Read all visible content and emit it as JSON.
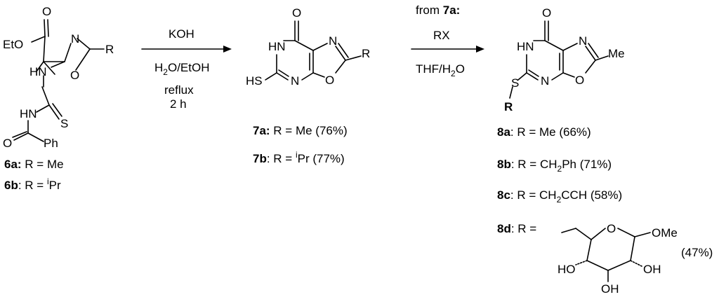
{
  "atoms": {
    "O": "O",
    "N": "N",
    "S": "S",
    "R": "R",
    "HN": "HN",
    "HS": "HS",
    "HO": "HO",
    "OH": "OH",
    "EtO": "EtO",
    "Ph": "Ph",
    "Me": "Me",
    "OMe": "OMe"
  },
  "step1": {
    "reagent": "KOH",
    "solvent_a": "H",
    "solvent_b": "2",
    "solvent_c": "O/EtOH",
    "cond1": "reflux",
    "cond2": "2 h"
  },
  "step2": {
    "from_a": "from ",
    "from_b": "7a:",
    "reagent": "RX",
    "solvent_a": "THF/H",
    "solvent_b": "2",
    "solvent_c": "O"
  },
  "cpd6": [
    {
      "id": "6a:",
      "pre": " R = Me",
      "sup": "",
      "post": ""
    },
    {
      "id": "6b",
      "pre": ": R = ",
      "sup": "i",
      "post": "Pr"
    }
  ],
  "cpd7": [
    {
      "id": "7a:",
      "pre": " R = Me (76%)",
      "sup": "",
      "post": ""
    },
    {
      "id": "7b",
      "pre": ": R = ",
      "sup": "i",
      "post": "Pr (77%)"
    }
  ],
  "cpd8": [
    {
      "id": "8a",
      "pre": ": R = Me (66%)",
      "sub": "",
      "post": ""
    },
    {
      "id": "8b",
      "pre": ": R = CH",
      "sub": "2",
      "post": "Ph (71%)"
    },
    {
      "id": "8c",
      "pre": ": R = CH",
      "sub": "2",
      "post": "CCH (58%)"
    },
    {
      "id": "8d",
      "pre": ": R =",
      "sub": "",
      "post": ""
    }
  ],
  "yield_8d": "(47%)",
  "arrows": [
    "reaction-arrow-1",
    "reaction-arrow-2"
  ]
}
